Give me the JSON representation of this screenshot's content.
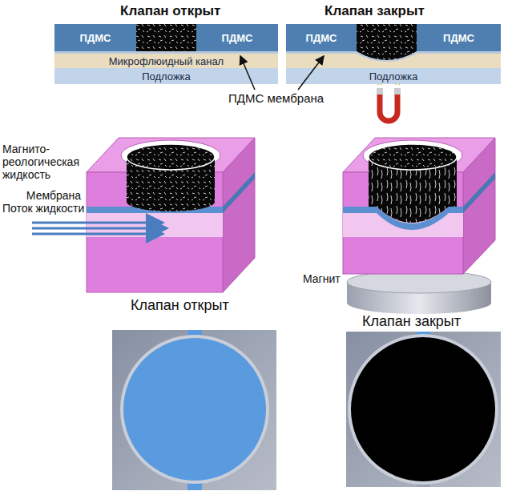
{
  "diagram": {
    "nodes": [
      {
        "text": [
          "ПДМС"
        ]
      },
      {
        "text": [
          "ПДМС"
        ]
      },
      {
        "text": [
          "Микрофлюидный канал"
        ]
      },
      {
        "text": [
          "Подложка"
        ]
      },
      {
        "text": [
          "ПДМС"
        ]
      },
      {
        "text": [
          "ПДМС"
        ]
      },
      {
        "text": [
          "Подложка"
        ]
      }
    ],
    "labels": [
      "Клапан открыт",
      "Клапан закрыт",
      "ПДМС мембрана",
      "Магнито-реологическая жидкость",
      "Мембрана",
      "Поток жидкости",
      "Магнит",
      "Клапан открыт",
      "Клапан закрыт"
    ]
  }
}
